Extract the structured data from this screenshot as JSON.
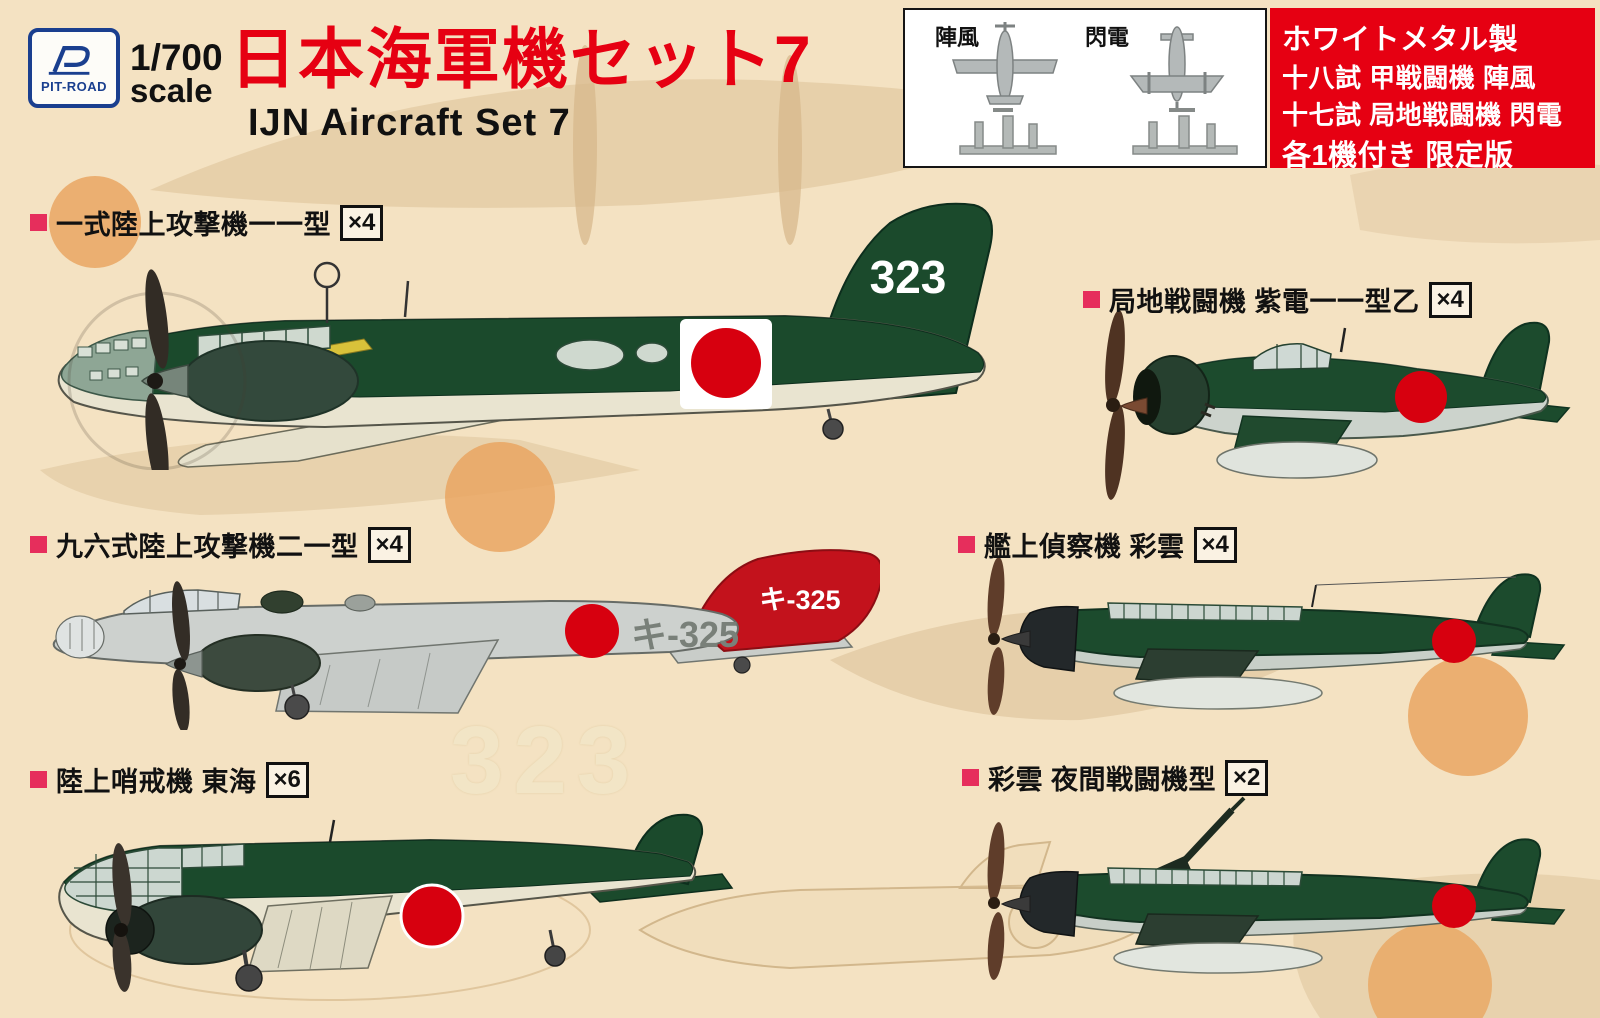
{
  "colors": {
    "background": "#f4e2c2",
    "accent_red": "#e60012",
    "bullet_pink": "#e62e5c",
    "hinomaru_red": "#d7000f",
    "aircraft_green": "#1b4a2c",
    "tail_red": "#c3121c",
    "logo_blue": "#1a3f8f"
  },
  "header": {
    "brand": "PIT-ROAD",
    "scale_value": "1/700",
    "scale_word": "scale",
    "title_jp": "日本海軍機セット7",
    "title_en": "IJN Aircraft Set 7"
  },
  "metal_box": {
    "item1": "陣風",
    "item2": "閃電"
  },
  "promo_box": {
    "line1": "ホワイトメタル製",
    "line2": "十八試 甲戦闘機 陣風",
    "line3": "十七試 局地戦闘機 閃電",
    "line4": "各1機付き 限定版"
  },
  "aircraft": [
    {
      "label": "一式陸上攻撃機一一型",
      "count": "×4",
      "tail_code": "323"
    },
    {
      "label": "局地戦闘機 紫電一一型乙",
      "count": "×4"
    },
    {
      "label": "九六式陸上攻撃機二一型",
      "count": "×4",
      "tail_code": "キ-325",
      "fuselage_code": "キ-325"
    },
    {
      "label": "艦上偵察機 彩雲",
      "count": "×4"
    },
    {
      "label": "陸上哨戒機 東海",
      "count": "×6"
    },
    {
      "label": "彩雲 夜間戦闘機型",
      "count": "×2"
    }
  ],
  "background": {
    "watermark": "323"
  }
}
